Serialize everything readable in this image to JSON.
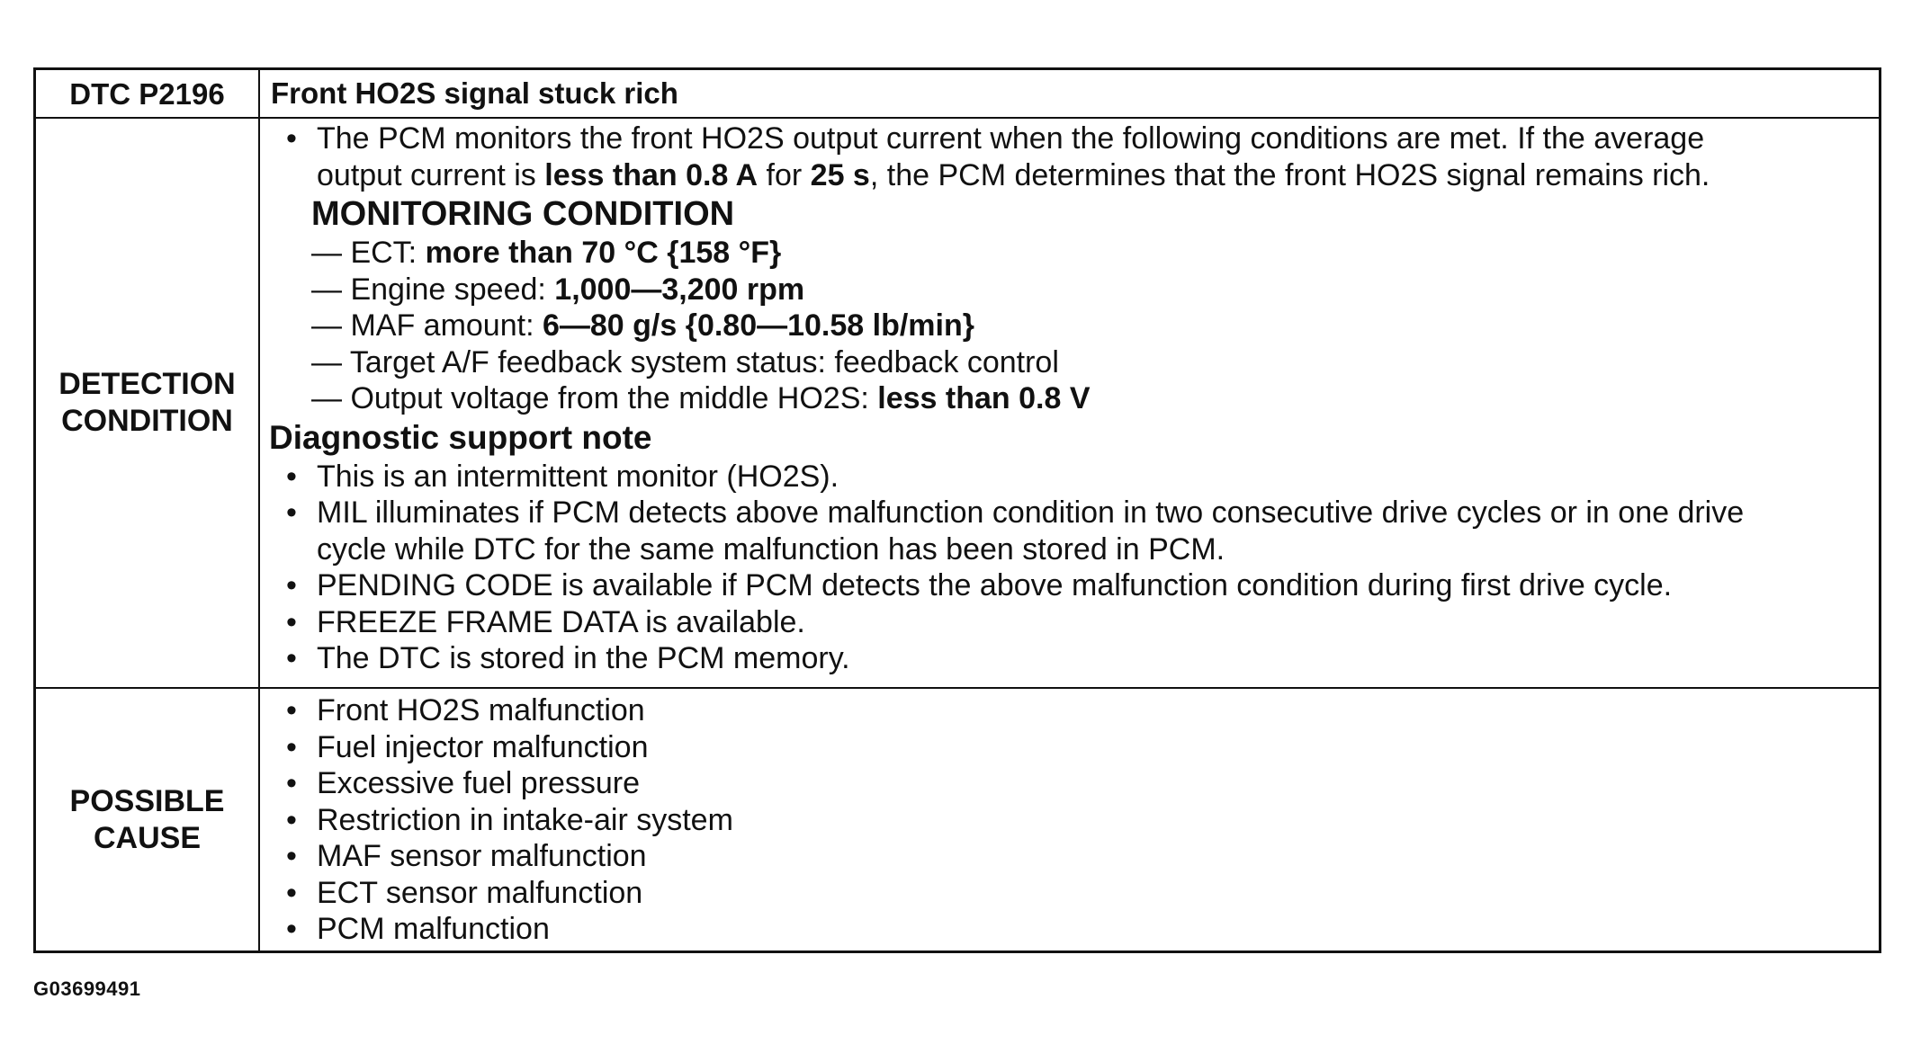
{
  "header": {
    "code": "DTC P2196",
    "title": "Front HO2S signal stuck rich"
  },
  "detection": {
    "label_line1": "DETECTION",
    "label_line2": "CONDITION",
    "intro": {
      "bullet": "•",
      "p1": "The PCM monitors the front HO2S output current when the following conditions are met. If the average",
      "p2": "output current is ",
      "b1": "less than 0.8 A",
      "p3": " for ",
      "b2": "25 s",
      "p4": ", the PCM determines that the front HO2S signal remains rich."
    },
    "monitoring_heading": "MONITORING CONDITION",
    "conditions": [
      {
        "prefix": "— ECT: ",
        "value": "more than 70 °C {158 °F}"
      },
      {
        "prefix": "— Engine speed: ",
        "value": "1,000—3,200 rpm"
      },
      {
        "prefix": "— MAF amount: ",
        "value": "6—80 g/s {0.80—10.58 lb/min}"
      },
      {
        "prefix": "— Target A/F feedback system status: feedback control",
        "value": ""
      },
      {
        "prefix": "— Output voltage from the middle HO2S: ",
        "value": "less than 0.8 V"
      }
    ],
    "support_heading": "Diagnostic support note",
    "notes": [
      "This is an intermittent monitor (HO2S).",
      "MIL illuminates if PCM detects above malfunction condition in two consecutive drive cycles or in one drive",
      "cycle while DTC for the same malfunction has been stored in PCM.",
      "PENDING CODE is available if PCM detects the above malfunction condition during first drive cycle.",
      "FREEZE FRAME DATA is available.",
      "The DTC is stored in the PCM memory."
    ]
  },
  "possible_cause": {
    "label_line1": "POSSIBLE",
    "label_line2": "CAUSE",
    "causes": [
      "Front HO2S malfunction",
      "Fuel injector malfunction",
      "Excessive fuel pressure",
      "Restriction in intake-air system",
      "MAF sensor malfunction",
      "ECT sensor malfunction",
      "PCM malfunction"
    ]
  },
  "figure_code": "G03699491"
}
